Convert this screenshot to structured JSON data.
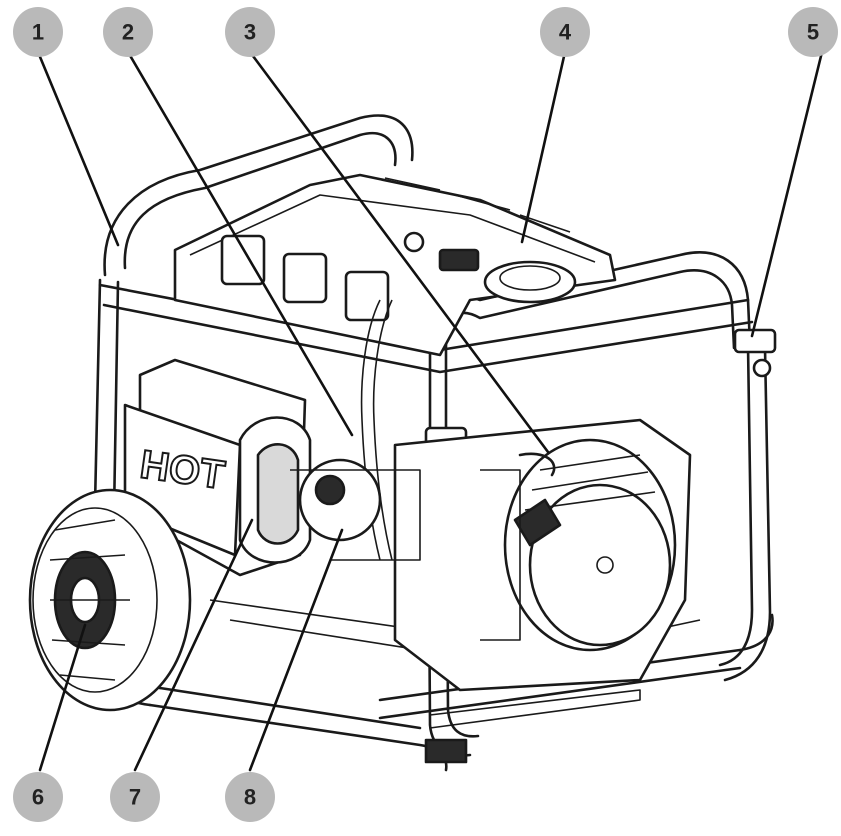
{
  "diagram": {
    "label_text": "HOT",
    "callouts": [
      "1",
      "2",
      "3",
      "4",
      "5",
      "6",
      "7",
      "8"
    ]
  },
  "colors": {
    "callout_fill": "#b9b9b9",
    "ink": "#1a1a1a",
    "background": "#ffffff"
  }
}
